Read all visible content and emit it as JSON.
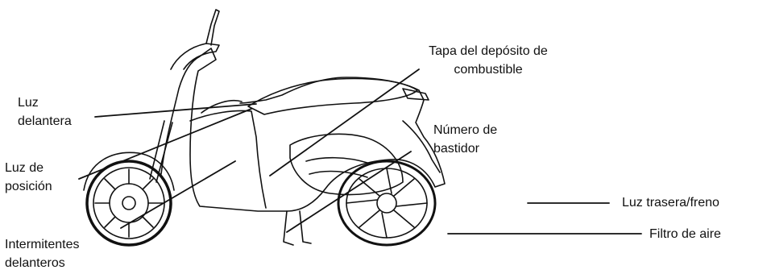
{
  "labels": {
    "luz_delantera": [
      "Luz",
      "delantera"
    ],
    "luz_posicion": [
      "Luz de",
      "posición"
    ],
    "intermitentes": [
      "Intermitentes",
      "delanteros"
    ],
    "tapa_deposito": [
      "Tapa del depósito de",
      "combustible"
    ],
    "numero_bastidor": [
      "Número de",
      "bastidor"
    ],
    "luz_trasera": "Luz trasera/freno",
    "filtro_aire": "Filtro de aire"
  },
  "colors": {
    "ink": "#111111",
    "background": "#ffffff"
  }
}
